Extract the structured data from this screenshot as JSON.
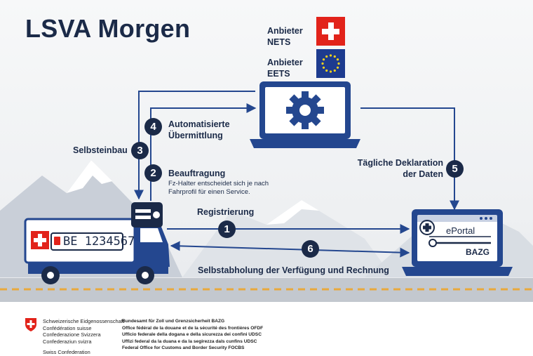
{
  "title": "LSVA Morgen",
  "providers": [
    {
      "line1": "Anbieter",
      "line2": "NETS",
      "flag": "swiss",
      "color": "#e2231a"
    },
    {
      "line1": "Anbieter",
      "line2": "EETS",
      "flag": "eu",
      "color": "#1d3b8f"
    }
  ],
  "steps": [
    {
      "num": "1",
      "label": "Registrierung"
    },
    {
      "num": "2",
      "label": "Beauftragung",
      "sublabel_1": "Fz-Halter entscheidet sich je nach",
      "sublabel_2": "Fahrprofil für einen Service."
    },
    {
      "num": "3",
      "label": "Selbsteinbau"
    },
    {
      "num": "4",
      "label_1": "Automatisierte",
      "label_2": "Übermittlung"
    },
    {
      "num": "5",
      "label_1": "Tägliche Deklaration",
      "label_2": "der Daten"
    },
    {
      "num": "6",
      "label": "Selbstabholung der Verfügung und Rechnung"
    }
  ],
  "truck": {
    "plate": "BE 1234567"
  },
  "portal": {
    "name": "ePortal",
    "org": "BAZG"
  },
  "footer": {
    "left": [
      "Schweizerische Eidgenossenschaft",
      "Confédération suisse",
      "Confederazione Svizzera",
      "Confederaziun svizra",
      "Swiss Confederation"
    ],
    "right": [
      "Bundesamt für Zoll und Grenzsicherheit BAZG",
      "Office fédéral de la douane et de la sécurité des frontières OFDF",
      "Ufficio federale della dogana e della sicurezza dei confini UDSC",
      "Uffizi federal da la duana e da la segirezza dals cunfins UDSC",
      "Federal Office for Customs and Border Security FOCBS"
    ]
  },
  "colors": {
    "navy": "#1b2a48",
    "blue": "#24478f",
    "road": "#e8a93c",
    "swiss_red": "#e2231a"
  }
}
